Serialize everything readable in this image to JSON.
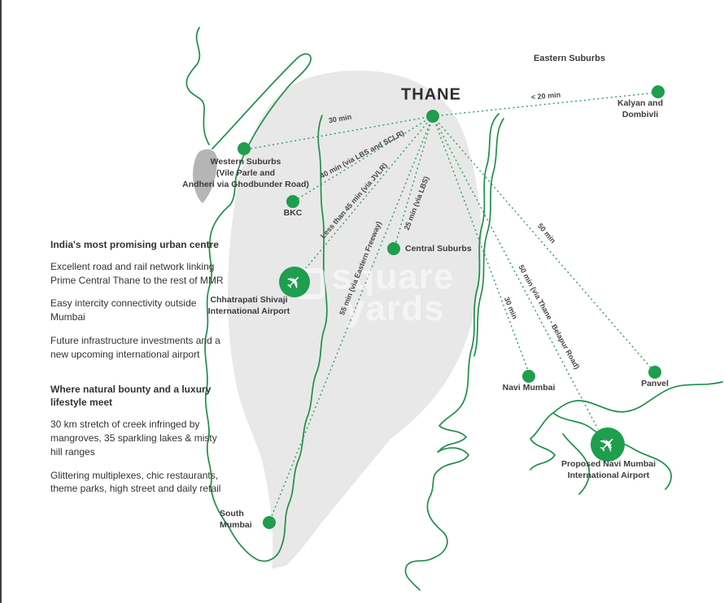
{
  "map": {
    "hub": {
      "label": "THANE"
    },
    "region_label": "Eastern Suburbs",
    "locations": [
      {
        "id": "eastern-suburbs",
        "label": "Eastern Suburbs"
      },
      {
        "id": "kalyan",
        "label": "Kalyan and Dombivli"
      },
      {
        "id": "western-suburbs",
        "label": "Western Suburbs\n(Vile Parle and\nAndheri via Ghodbunder Road)"
      },
      {
        "id": "bkc",
        "label": "BKC"
      },
      {
        "id": "central-suburbs",
        "label": "Central Suburbs"
      },
      {
        "id": "navi-mumbai",
        "label": "Navi Mumbai"
      },
      {
        "id": "panvel",
        "label": "Panvel"
      },
      {
        "id": "south-mumbai",
        "label": "South\nMumbai"
      }
    ],
    "airports": [
      {
        "id": "csia",
        "label": "Chhatrapati Shivaji\nInternational Airport"
      },
      {
        "id": "nmia",
        "label": "Proposed Navi Mumbai\nInternational Airport"
      }
    ],
    "routes": [
      {
        "to": "western-suburbs",
        "time": "30 min"
      },
      {
        "to": "bkc",
        "time": "40 min (via LBS and SCLR)"
      },
      {
        "to": "csia",
        "time": "Less than 45 min (via JVLR)"
      },
      {
        "to": "central-suburbs",
        "time": "25 min (via LBS)"
      },
      {
        "to": "south-mumbai",
        "time": "55 min (via Eastern Freeway)"
      },
      {
        "to": "kalyan",
        "time": "< 20 min"
      },
      {
        "to": "navi-mumbai",
        "time": "30 min"
      },
      {
        "to": "nmia",
        "time": "50 min (via Thane - Belapur Road)"
      },
      {
        "to": "panvel",
        "time": "50 min"
      }
    ]
  },
  "info_panel": {
    "sections": [
      {
        "heading": "India's most promising urban centre",
        "items": [
          "Excellent road and rail network linking Prime Central Thane to the rest of MMR",
          "Easy intercity connectivity outside Mumbai",
          "Future infrastructure investments and a new upcoming international airport"
        ]
      },
      {
        "heading": "Where natural bounty and a luxury lifestyle meet",
        "items": [
          "30 km stretch of creek infringed by mangroves, 35 sparkling lakes & misty hill ranges",
          "Glittering multiplexes, chic restaurants, theme parks, high street and daily retail"
        ]
      }
    ]
  },
  "watermark": {
    "word1": "square",
    "word2": "yards"
  },
  "icons": {
    "airport_plane": "✈"
  },
  "colors": {
    "green": "#1e9e4e",
    "region_fill": "#e8e8e8",
    "shade_fill": "#b5b5b5",
    "text": "#3c3c3c"
  }
}
